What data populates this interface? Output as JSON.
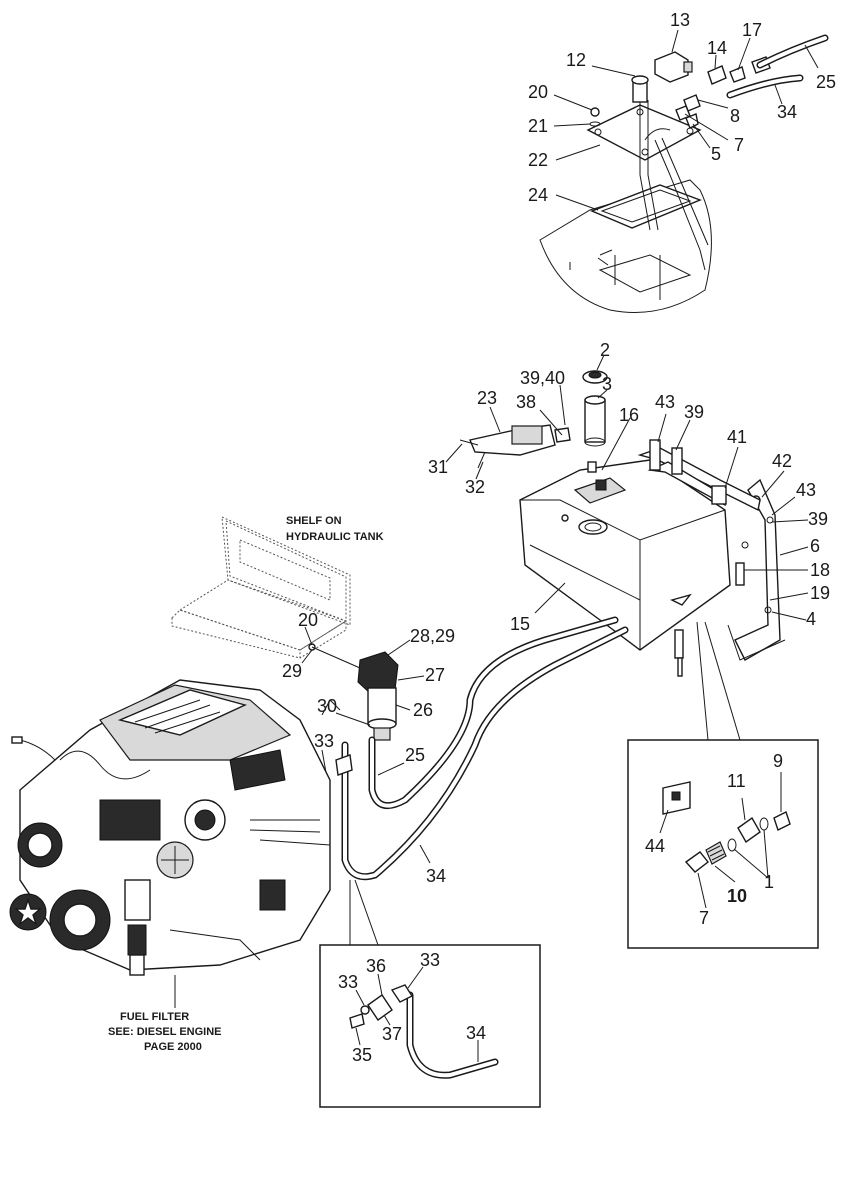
{
  "diagram": {
    "callouts": {
      "c13": "13",
      "c14": "14",
      "c17": "17",
      "c12": "12",
      "c20a": "20",
      "c21": "21",
      "c22": "22",
      "c8": "8",
      "c7a": "7",
      "c5": "5",
      "c25a": "25",
      "c34a": "34",
      "c24": "24",
      "c2": "2",
      "c3": "3",
      "c39_40": "39,40",
      "c38": "38",
      "c23": "23",
      "c31": "31",
      "c32": "32",
      "c16": "16",
      "c43a": "43",
      "c39a": "39",
      "c41": "41",
      "c42": "42",
      "c43b": "43",
      "c39b": "39",
      "c6": "6",
      "c18": "18",
      "c19": "19",
      "c4": "4",
      "c15": "15",
      "c20b": "20",
      "c29": "29",
      "c28_29": "28,29",
      "c27": "27",
      "c26": "26",
      "c30": "30",
      "c33a": "33",
      "c25b": "25",
      "c34b": "34",
      "c9": "9",
      "c11": "11",
      "c44": "44",
      "c1": "1",
      "c10": "10",
      "c7b": "7",
      "c33b": "33",
      "c36": "36",
      "c33c": "33",
      "c37": "37",
      "c35": "35",
      "c34c": "34"
    },
    "notes": {
      "shelf_line1": "SHELF ON",
      "shelf_line2": "HYDRAULIC TANK",
      "filter_line1": "FUEL FILTER",
      "filter_line2": "SEE: DIESEL ENGINE",
      "filter_line3": "PAGE 2000"
    }
  }
}
